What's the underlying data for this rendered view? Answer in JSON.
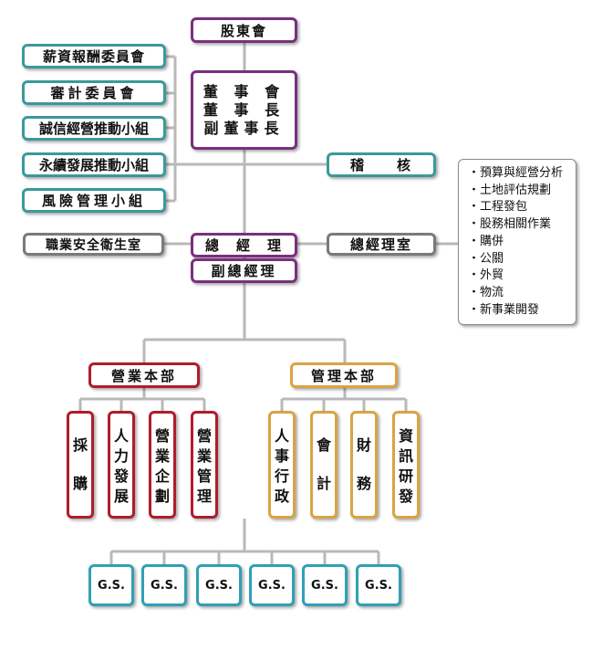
{
  "top": {
    "shareholders": "股東會",
    "board_lines": [
      "董 事 會",
      "董 事 長",
      "副董事長"
    ],
    "audit": "稽　　核"
  },
  "committees": [
    "薪資報酬委員會",
    "審計委員會",
    "誠信經營推動小組",
    "永續發展推動小組",
    "風險管理小組"
  ],
  "management": {
    "gm": "總　經　理",
    "deputy_gm": "副總經理",
    "safety_office": "職業安全衛生室",
    "gm_office": "總經理室"
  },
  "gm_office_functions": [
    "・預算與經營分析",
    "・土地評估規劃",
    "・工程發包",
    "・股務相關作業",
    "・購併",
    "・公關",
    "・外貿",
    "・物流",
    "・新事業開發"
  ],
  "divisions": {
    "business": {
      "label": "營業本部",
      "departments": [
        [
          "採",
          "購"
        ],
        [
          "人",
          "力",
          "發",
          "展"
        ],
        [
          "營",
          "業",
          "企",
          "劃"
        ],
        [
          "營",
          "業",
          "管",
          "理"
        ]
      ]
    },
    "admin": {
      "label": "管理本部",
      "departments": [
        [
          "人",
          "事",
          "行",
          "政"
        ],
        [
          "會",
          "計"
        ],
        [
          "財",
          "務"
        ],
        [
          "資",
          "訊",
          "研",
          "發"
        ]
      ]
    }
  },
  "gs_units": [
    "G.S.",
    "G.S.",
    "G.S.",
    "G.S.",
    "G.S.",
    "G.S."
  ],
  "colors": {
    "connector": "#b9b9b9",
    "top_border": "#7a2f7e",
    "committee_border": "#3a9a9a",
    "office_border": "#7a7a7a",
    "business_border": "#b01c2b",
    "admin_border": "#d9a441",
    "gs_border": "#2fa0b5"
  }
}
